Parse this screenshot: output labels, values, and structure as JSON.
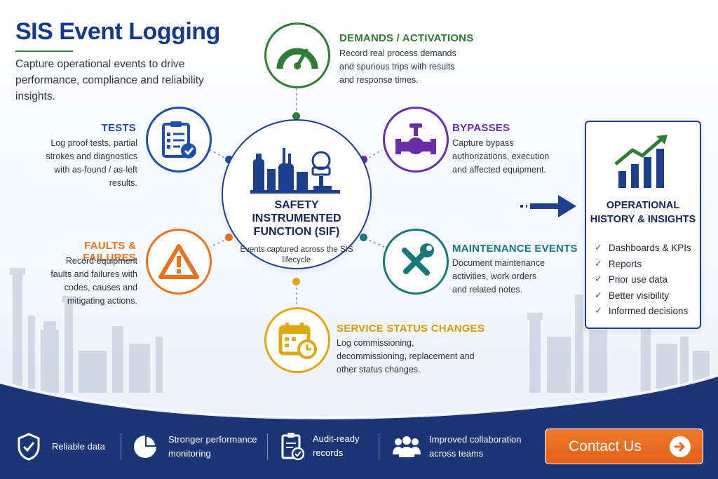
{
  "header": {
    "title": "SIS Event Logging",
    "subtitle": "Capture operational events to drive performance, compliance and reliability insights."
  },
  "center": {
    "title": "SAFETY INSTRUMENTED FUNCTION (SIF)",
    "subtitle": "Events captured across the SIS lifecycle"
  },
  "events": {
    "demands": {
      "title": "DEMANDS / ACTIVATIONS",
      "description": "Record real process demands and spurious trips with results and response times.",
      "color": "#2e7d32",
      "icon": "gauge-icon"
    },
    "bypasses": {
      "title": "BYPASSES",
      "description": "Capture bypass authorizations, execution and affected equipment.",
      "color": "#6a2fa8",
      "icon": "valve-icon"
    },
    "maintenance": {
      "title": "MAINTENANCE EVENTS",
      "description": "Document maintenance activities, work orders and related notes.",
      "color": "#15797f",
      "icon": "tools-icon"
    },
    "status": {
      "title": "SERVICE STATUS CHANGES",
      "description": "Log commissioning, decommissioning, replacement and other status changes.",
      "color": "#e0a80f",
      "icon": "calendar-clock-icon"
    },
    "faults": {
      "title": "FAULTS & FAILURES",
      "description": "Record equipment faults and failures with codes, causes and mitigating actions.",
      "color": "#e8731e",
      "icon": "warning-icon"
    },
    "tests": {
      "title": "TESTS",
      "description": "Log proof tests, partial strokes and diagnostics with as-found / as-left results.",
      "color": "#1d4fb0",
      "icon": "checklist-icon"
    }
  },
  "panel": {
    "title": "OPERATIONAL HISTORY & INSIGHTS",
    "items": [
      "Dashboards & KPIs",
      "Reports",
      "Prior use data",
      "Better visibility",
      "Informed decisions"
    ]
  },
  "footer": {
    "items": [
      {
        "label": "Reliable data",
        "icon": "shield-check-icon"
      },
      {
        "label": "Stronger performance monitoring",
        "icon": "pie-chart-icon"
      },
      {
        "label": "Audit-ready records",
        "icon": "clipboard-check-icon"
      },
      {
        "label": "Improved collaboration across teams",
        "icon": "team-icon"
      }
    ],
    "cta_label": "Contact Us"
  },
  "colors": {
    "brand_navy": "#153a8a",
    "band_navy": "#1b3576",
    "cta_orange": "#e8691f"
  }
}
